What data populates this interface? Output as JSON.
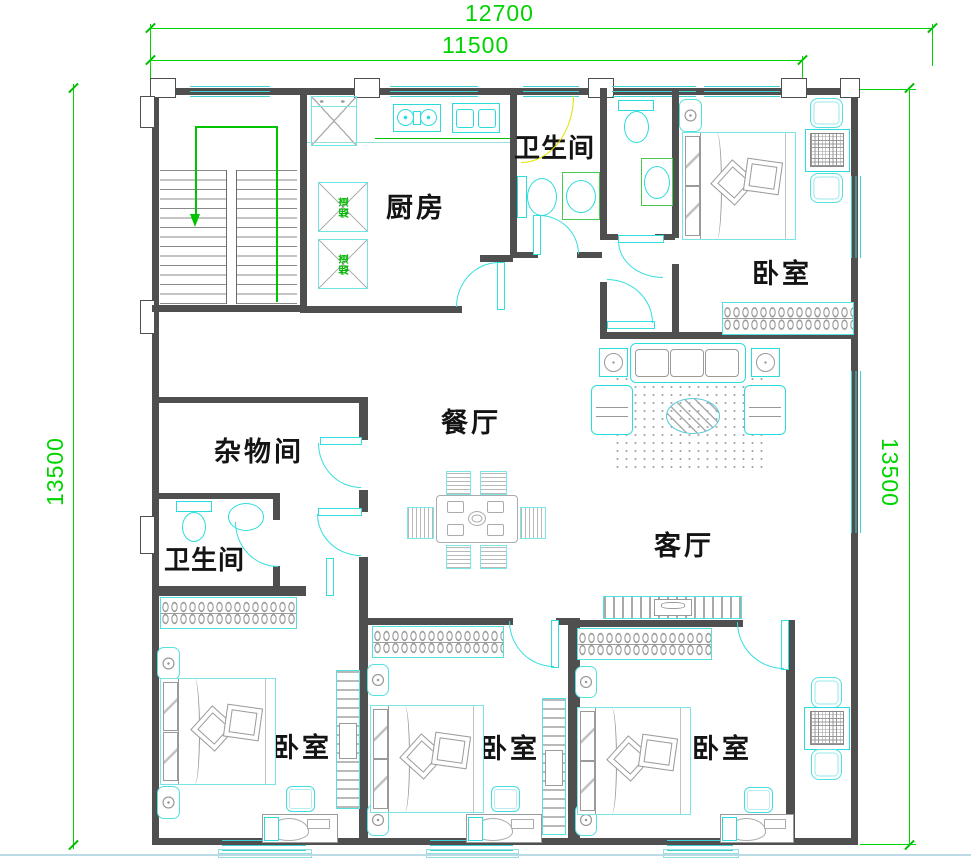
{
  "colors": {
    "wall": "#4f4f4f",
    "furniture_cyan": "#2cdcdc",
    "detail_gray": "#9a9a9a",
    "dimension_green": "#00d400",
    "shower_yellow": "#e2e200",
    "label_black": "#141414",
    "background": "#ffffff"
  },
  "dimensions": {
    "top_outer": {
      "label": "12700"
    },
    "top_inner": {
      "label": "11500"
    },
    "left": {
      "label": "13500"
    },
    "right": {
      "label": "13500"
    }
  },
  "rooms": {
    "kitchen": {
      "label": "厨房"
    },
    "bath_top": {
      "label": "卫生间"
    },
    "bedroom_top_right": {
      "label": "卧室"
    },
    "dining": {
      "label": "餐厅"
    },
    "storage": {
      "label": "杂物间"
    },
    "bath_left": {
      "label": "卫生间"
    },
    "living": {
      "label": "客厅"
    },
    "bedroom_bottom_left": {
      "label": "卧室"
    },
    "bedroom_bottom_middle": {
      "label": "卧室"
    },
    "bedroom_bottom_right": {
      "label": "卧室"
    }
  },
  "annotations": {
    "flue_1": "烟道",
    "flue_2": "烟道"
  }
}
